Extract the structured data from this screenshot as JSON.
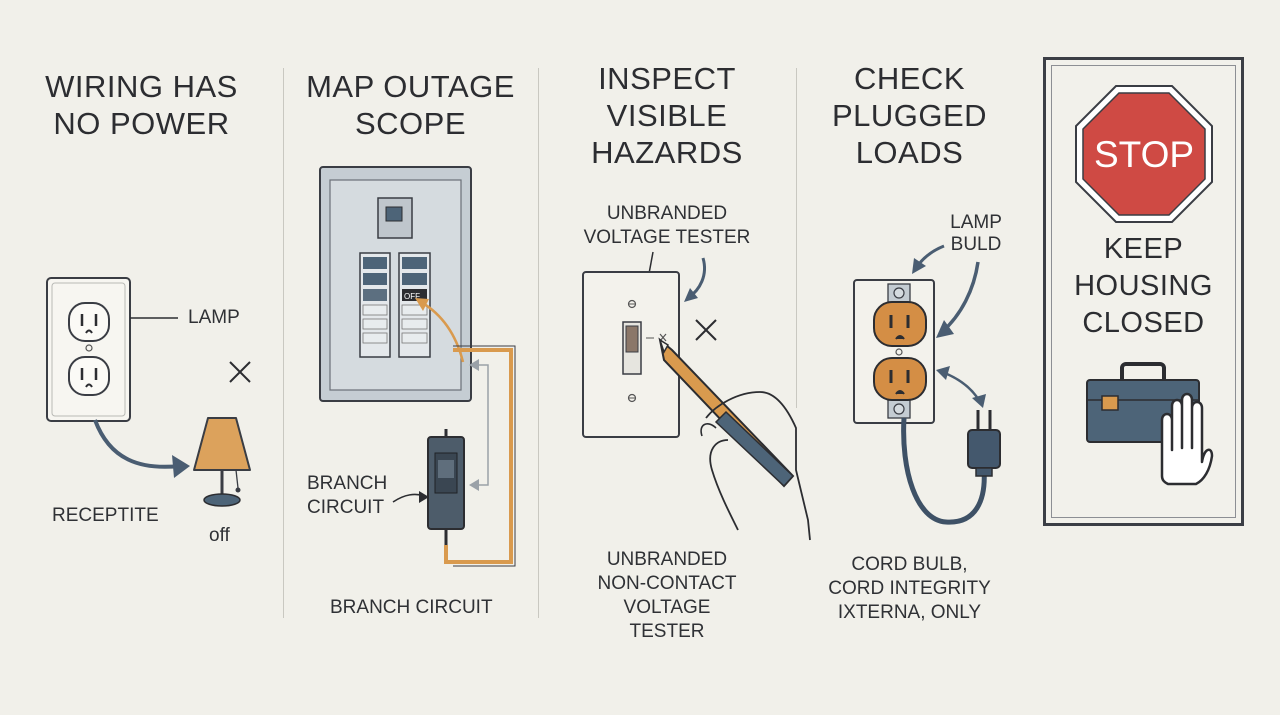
{
  "panels": [
    {
      "title_lines": [
        "WIRING HAS",
        "NO POWER"
      ],
      "labels": {
        "lamp": "LAMP",
        "receptacle": "RECEPTITE",
        "off": "off"
      }
    },
    {
      "title_lines": [
        "MAP OUTAGE",
        "SCOPE"
      ],
      "labels": {
        "branch_circuit_side": [
          "BRANCH",
          "CIRCUIT"
        ],
        "branch_circuit_bottom": "BRANCH CIRCUIT",
        "breaker_off": "OFF"
      }
    },
    {
      "title_lines": [
        "INSPECT",
        "VISIBLE",
        "HAZARDS"
      ],
      "labels": {
        "tester_top": [
          "UNBRANDED",
          "VOLTAGE TESTER"
        ],
        "tester_bottom": [
          "UNBRANDED",
          "NON-CONTACT",
          "VOLTAGE",
          "TESTER"
        ]
      }
    },
    {
      "title_lines": [
        "CHECK",
        "PLUGGED",
        "LOADS"
      ],
      "labels": {
        "lamp_bulb": [
          "LAMP",
          "BULD"
        ],
        "cord_note": [
          "CORD BULB,",
          "CORD INTEGRITY",
          "IXTERNA, ONLY"
        ]
      }
    },
    {
      "stop_sign": "STOP",
      "message_lines": [
        "KEEP",
        "HOUSING",
        "CLOSED"
      ]
    }
  ],
  "colors": {
    "background": "#f1f0ea",
    "ink": "#2c2d31",
    "orange": "#d99a4e",
    "panel_gray": "#c4ccd2",
    "slate_blue": "#4d6478",
    "stop_red": "#cf4a44"
  }
}
